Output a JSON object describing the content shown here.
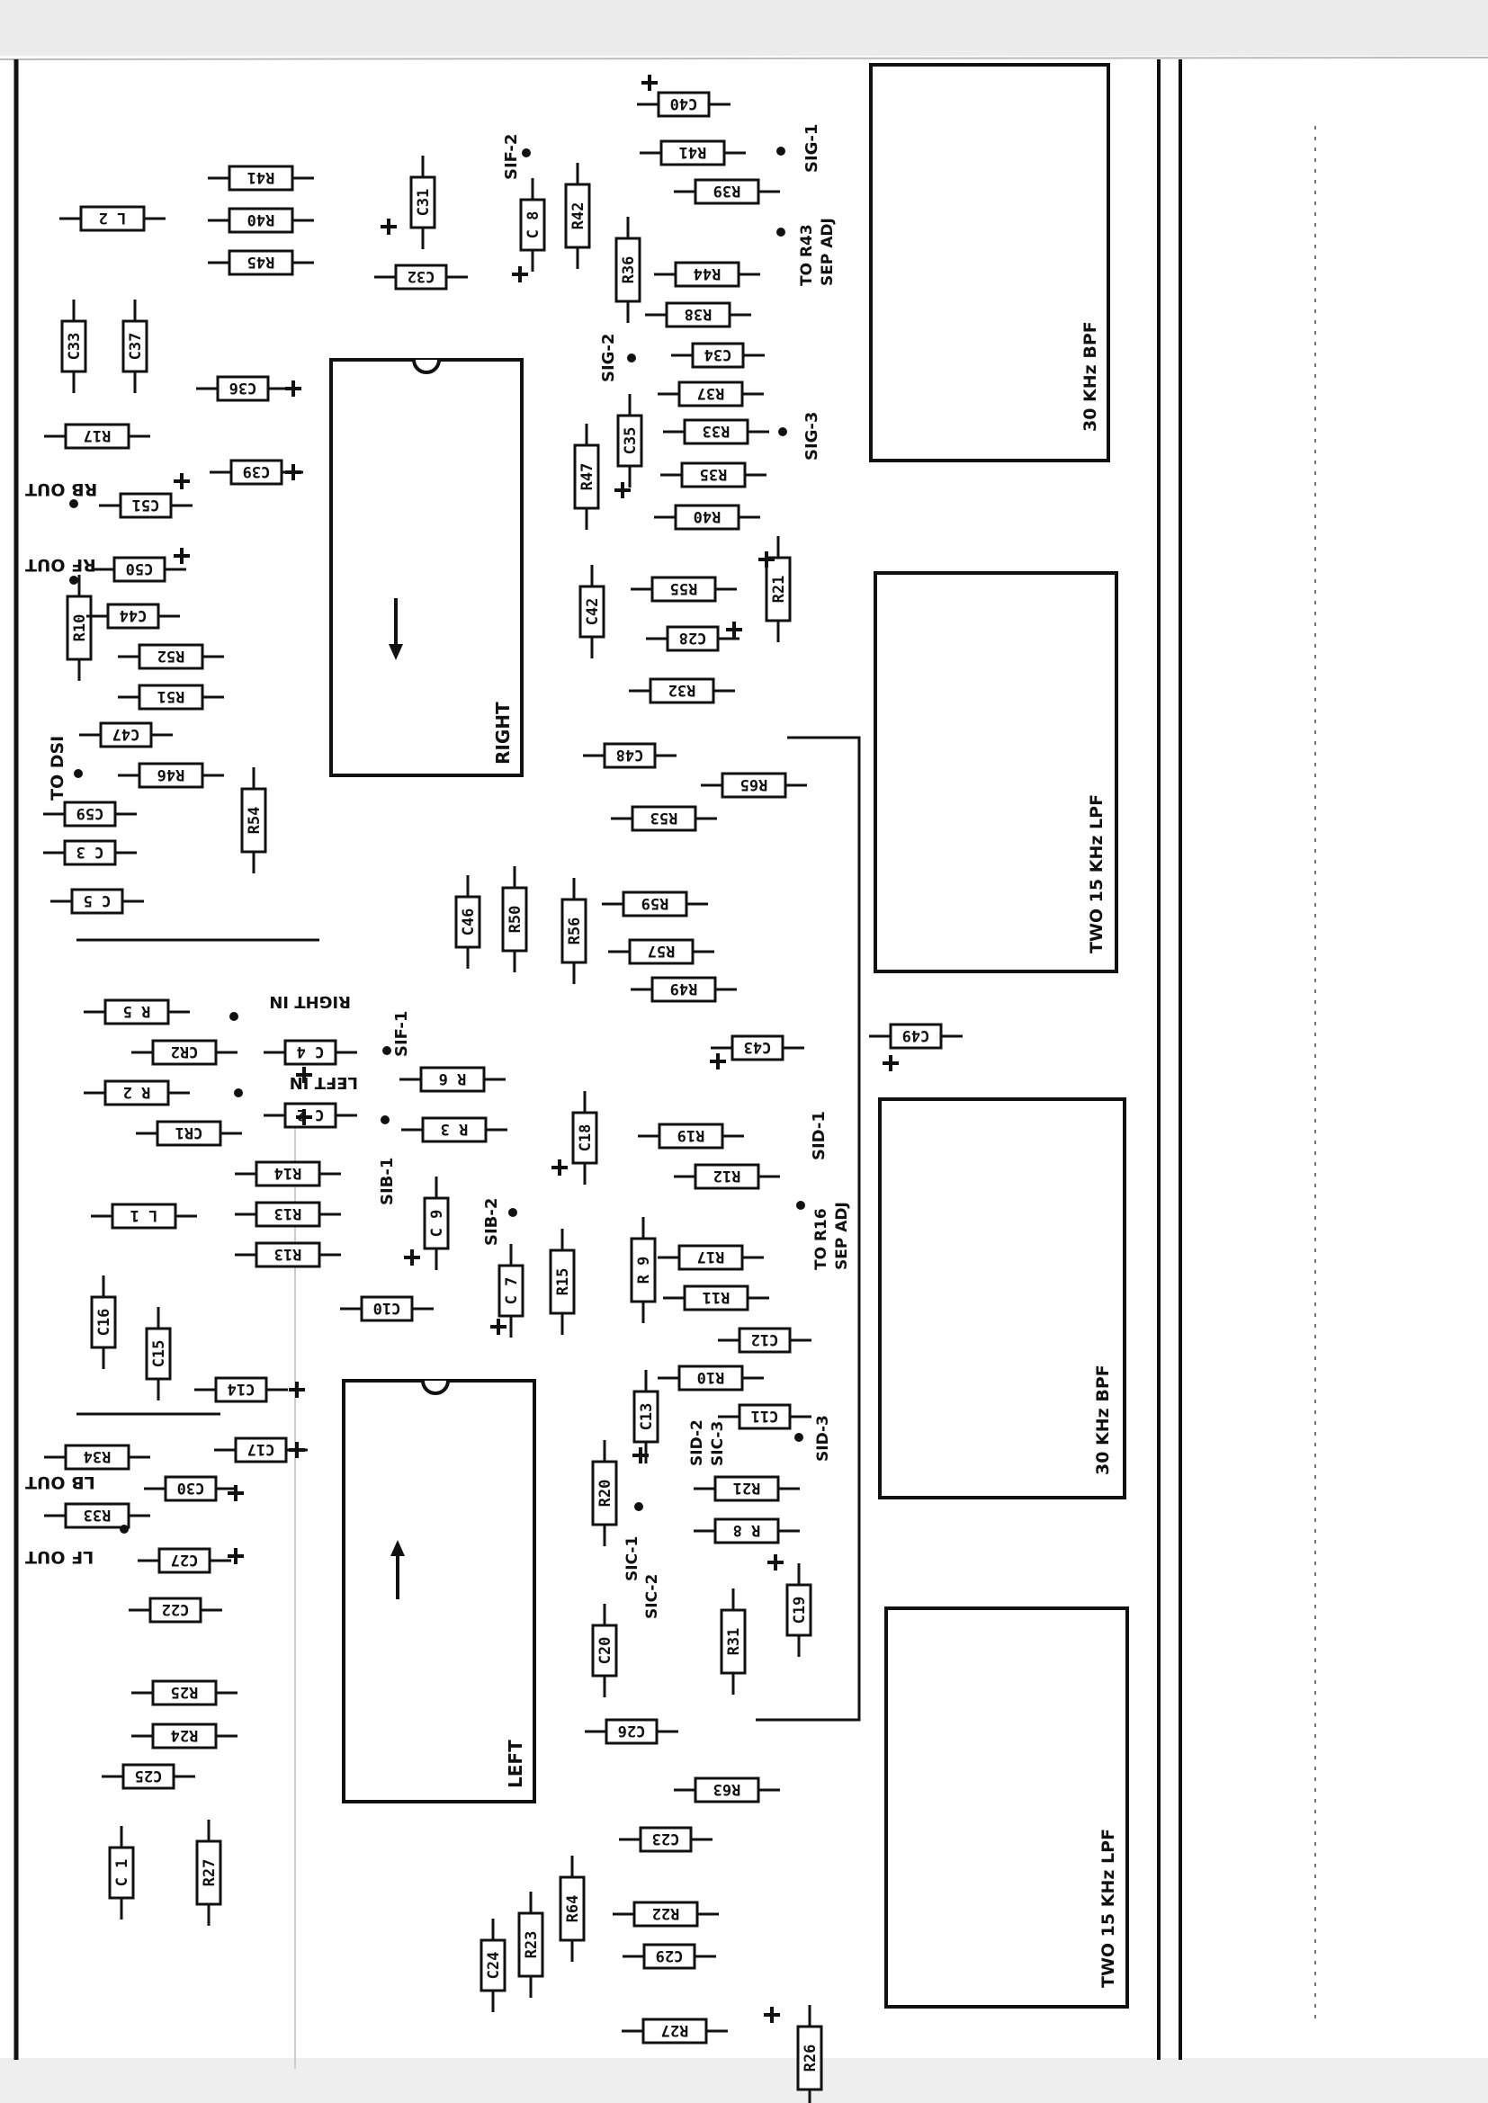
{
  "labels": {
    "sif2": "SIF-2",
    "sig1": "SIG-1",
    "to_r43_line1": "TO R43",
    "to_r43_line2": "SEP ADJ",
    "sig2": "SIG-2",
    "sig3": "SIG-3",
    "rb_out": "RB OUT",
    "rf_out": "RF OUT",
    "to_dsi": "TO DSI",
    "right_ic": "RIGHT",
    "left_ic": "LEFT",
    "right_in": "RIGHT IN",
    "left_in": "LEFT IN",
    "sif1": "SIF-1",
    "sib1": "SIB-1",
    "sib2": "SIB-2",
    "sid1": "SID-1",
    "to_r16_line1": "TO R16",
    "to_r16_line2": "SEP ADJ",
    "sid2": "SID-2",
    "sic3": "SIC-3",
    "sid3": "SID-3",
    "sic1": "SIC-1",
    "sic2": "SIC-2",
    "lb_out": "LB OUT",
    "lf_out": "LF OUT"
  },
  "modules": {
    "bpf_30_top": "30 KHz BPF",
    "lpf_15_top": "TWO 15 KHz LPF",
    "bpf_30_bottom": "30 KHz BPF",
    "lpf_15_bottom": "TWO 15 KHz LPF"
  },
  "components": {
    "c40": "C40",
    "r41a": "R41",
    "r39": "R39",
    "r41b": "R41",
    "r40a": "R40",
    "r45": "R45",
    "c31": "C31",
    "c8": "C 8",
    "r42": "R42",
    "r36": "R36",
    "r44": "R44",
    "r38": "R38",
    "c32": "C32",
    "l2": "L 2",
    "c33": "C33",
    "c37": "C37",
    "c34": "C34",
    "c36": "C36",
    "r37": "R37",
    "r47": "R47",
    "c35": "C35",
    "r33": "R33",
    "r35": "R35",
    "r40b": "R40",
    "c39": "C39",
    "r17": "R17",
    "c51": "C51",
    "c50": "C50",
    "r55": "R55",
    "c42": "C42",
    "r21": "R21",
    "c28": "C28",
    "r32": "R32",
    "r10": "R10",
    "c44": "C44",
    "r52": "R52",
    "r51": "R51",
    "c47": "C47",
    "r46": "R46",
    "r54": "R54",
    "c59": "C59",
    "c3": "C 3",
    "c5": "C 5",
    "c48": "C48",
    "r65": "R65",
    "r53": "R53",
    "c46": "C46",
    "r50": "R50",
    "r56": "R56",
    "r59": "R59",
    "r57": "R57",
    "r49": "R49",
    "r5": "R 5",
    "cr2": "CR2",
    "c4": "C 4",
    "c43": "C43",
    "c49": "C49",
    "r6": "R 6",
    "r2": "R 2",
    "c2": "C 2",
    "cr1": "CR1",
    "r3": "R 3",
    "c18": "C18",
    "r19": "R19",
    "r14": "R14",
    "r12": "R12",
    "l1": "L 1",
    "r13a": "R13",
    "c9": "C 9",
    "r13b": "R13",
    "c7": "C 7",
    "r15": "R15",
    "r9": "R 9",
    "r17b": "R17",
    "r11": "R11",
    "c10": "C10",
    "c16": "C16",
    "c15": "C15",
    "c12": "C12",
    "r10b": "R10",
    "c14": "C14",
    "c13": "C13",
    "c11": "C11",
    "c17": "C17",
    "r34": "R34",
    "r20": "R20",
    "c30": "C30",
    "r33b": "R33",
    "r21b": "R21",
    "r8": "R 8",
    "c27": "C27",
    "c19": "C19",
    "c22": "C22",
    "r31": "R31",
    "c20": "C20",
    "r25": "R25",
    "r24": "R24",
    "c26": "C26",
    "c25": "C25",
    "r63": "R63",
    "c1": "C 1",
    "r27": "R27",
    "c23": "C23",
    "r64": "R64",
    "r23": "R23",
    "r22": "R22",
    "c24": "C24",
    "c29": "C29",
    "r27b": "R27",
    "r26": "R26"
  }
}
